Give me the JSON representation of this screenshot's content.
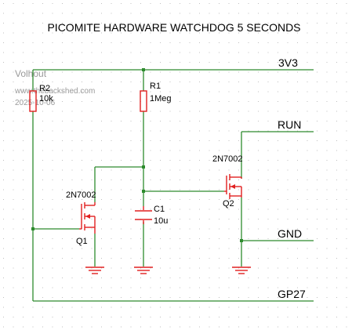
{
  "title": "PICOMITE HARDWARE WATCHDOG 5 SECONDS",
  "watermark": {
    "author": "Volhout",
    "site": "www.thebackshed.com",
    "date": "2025-10-06"
  },
  "nets": {
    "v33": "3V3",
    "run": "RUN",
    "gnd": "GND",
    "gp27": "GP27"
  },
  "components": {
    "r1": {
      "ref": "R1",
      "value": "1Meg"
    },
    "r2": {
      "ref": "R2",
      "value": "10k"
    },
    "c1": {
      "ref": "C1",
      "value": "10u"
    },
    "q1": {
      "ref": "Q1",
      "value": "2N7002"
    },
    "q2": {
      "ref": "Q2",
      "value": "2N7002"
    }
  },
  "colors": {
    "wire": "#2e8b2e",
    "component": "#e02020",
    "text": "#000000",
    "watermark": "#9a9a9a",
    "grid": "#bfbfbf"
  }
}
